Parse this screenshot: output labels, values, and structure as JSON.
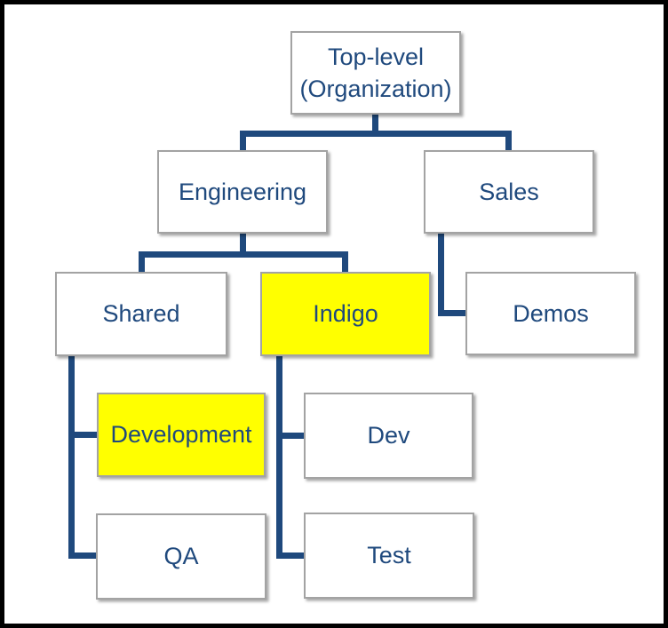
{
  "diagram": {
    "type": "hierarchy-org-chart",
    "colors": {
      "connector": "#1F497D",
      "node_text": "#1F497D",
      "node_fill": "#FFFFFF",
      "highlight_fill": "#FFFF00",
      "node_border": "#A3A3A3",
      "outer_frame": "#000000"
    },
    "nodes": [
      {
        "id": "top-level",
        "label": "Top-level (Organization)",
        "line1": "Top-level",
        "line2": "(Organization)",
        "parent": null,
        "highlighted": false
      },
      {
        "id": "engineering",
        "label": "Engineering",
        "parent": "top-level",
        "highlighted": false
      },
      {
        "id": "sales",
        "label": "Sales",
        "parent": "top-level",
        "highlighted": false
      },
      {
        "id": "shared",
        "label": "Shared",
        "parent": "engineering",
        "highlighted": false
      },
      {
        "id": "indigo",
        "label": "Indigo",
        "parent": "engineering",
        "highlighted": true
      },
      {
        "id": "demos",
        "label": "Demos",
        "parent": "sales",
        "highlighted": false
      },
      {
        "id": "development",
        "label": "Development",
        "parent": "shared",
        "highlighted": true
      },
      {
        "id": "dev",
        "label": "Dev",
        "parent": "indigo",
        "highlighted": false
      },
      {
        "id": "qa",
        "label": "QA",
        "parent": "shared",
        "highlighted": false
      },
      {
        "id": "test",
        "label": "Test",
        "parent": "indigo",
        "highlighted": false
      }
    ]
  }
}
